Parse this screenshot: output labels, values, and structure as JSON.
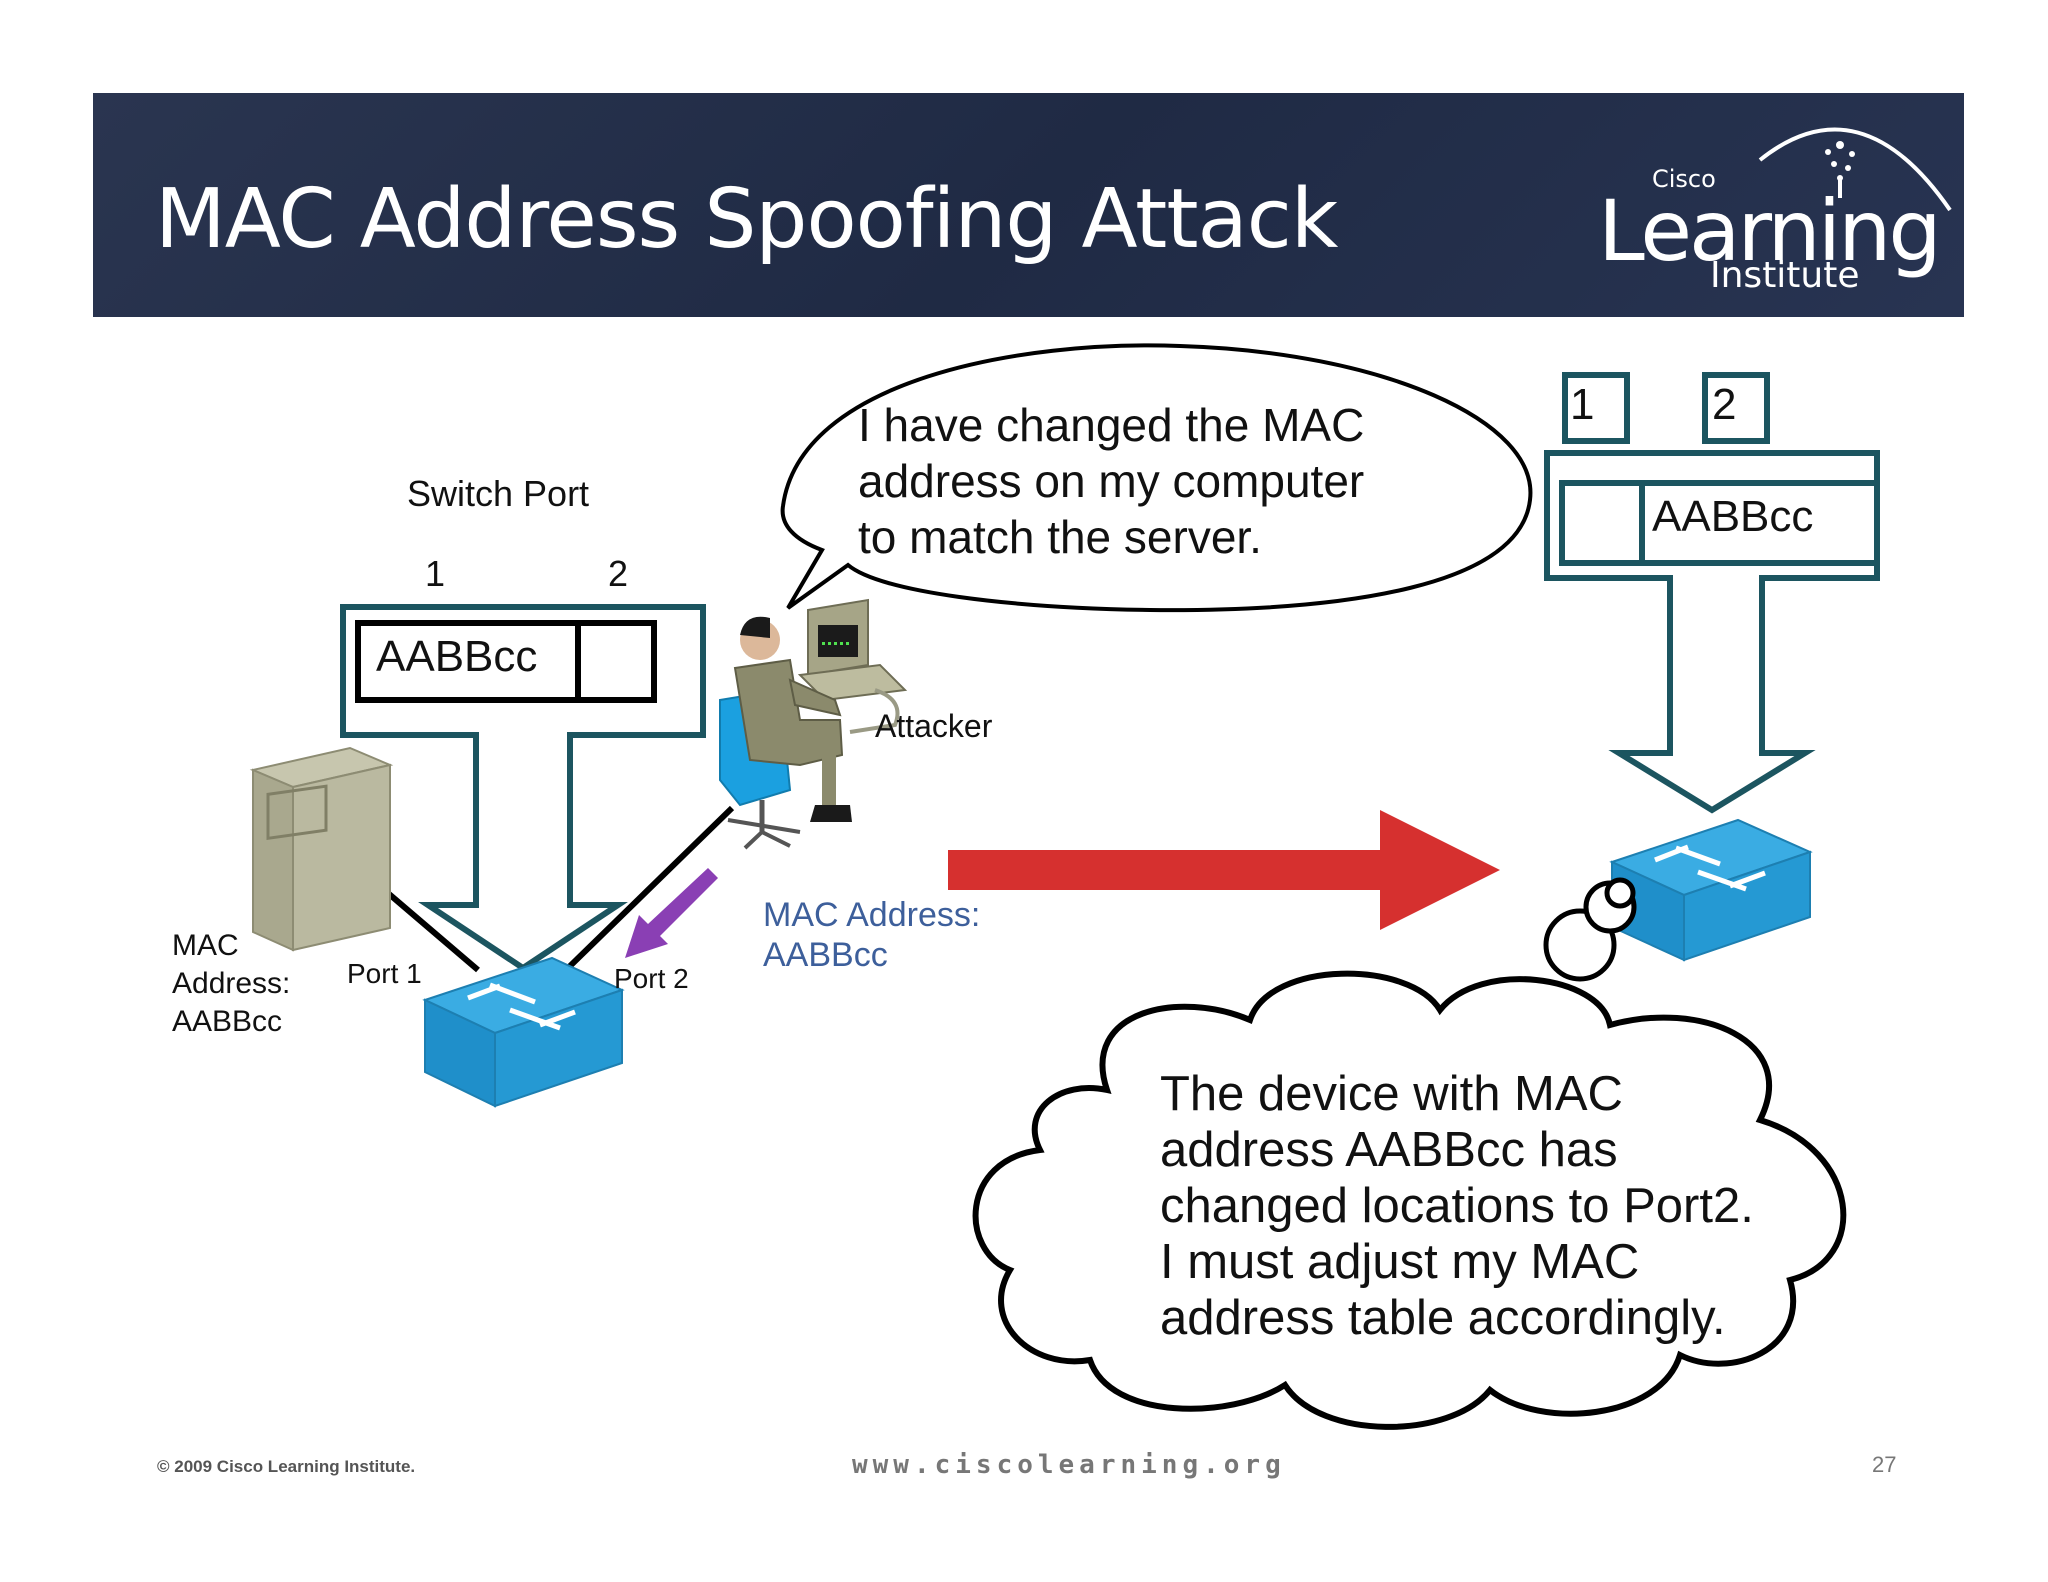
{
  "title": "MAC Address Spoofing Attack",
  "logo": {
    "small": "Cisco",
    "main": "Learning",
    "sub": "Institute"
  },
  "left": {
    "switch_port_label": "Switch Port",
    "port_numbers": [
      "1",
      "2"
    ],
    "table_entry": "AABBcc",
    "server_mac_lines": [
      "MAC",
      "Address:",
      "AABBcc"
    ],
    "port1_label": "Port 1",
    "port2_label": "Port 2",
    "attacker_label": "Attacker",
    "attacker_mac_lines": [
      "MAC Address:",
      "AABBcc"
    ]
  },
  "speech_lines": [
    "I have changed the MAC",
    "address on my computer",
    "to match the server."
  ],
  "right": {
    "port_numbers": [
      "1",
      "2"
    ],
    "table_entry": "AABBcc"
  },
  "thought_lines": [
    "The device with MAC",
    "address AABBcc has",
    "changed locations to Port2.",
    "I must adjust my MAC",
    "address table accordingly."
  ],
  "footer": {
    "copyright": "© 2009 Cisco Learning Institute.",
    "url": "www.ciscolearning.org",
    "page": "27"
  },
  "colors": {
    "banner": "#1f2a44",
    "teal_outline": "#1c5560",
    "switch_blue": "#2a9fd8",
    "red_arrow": "#d6302f",
    "purple_arrow": "#8a3fb4",
    "mac_blue": "#3d5f9b"
  }
}
